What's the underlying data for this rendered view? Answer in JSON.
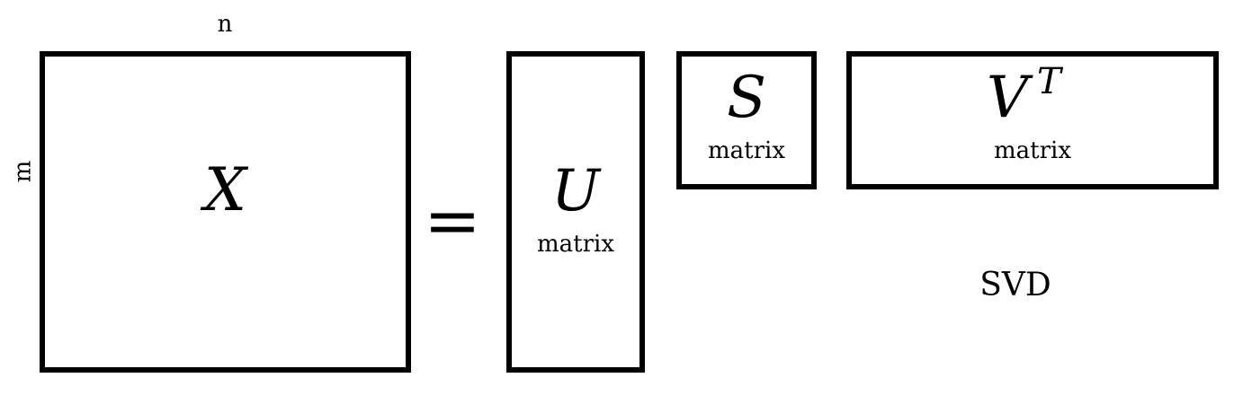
{
  "dimensions": {
    "cols_label": "n",
    "rows_label": "m"
  },
  "matrices": {
    "x": {
      "symbol": "X"
    },
    "u": {
      "symbol": "U",
      "caption": "matrix"
    },
    "s": {
      "symbol": "S",
      "caption": "matrix"
    },
    "vt": {
      "symbol": "V",
      "superscript": "T",
      "caption": "matrix"
    }
  },
  "operator": {
    "equals": "="
  },
  "method_label": "SVD"
}
